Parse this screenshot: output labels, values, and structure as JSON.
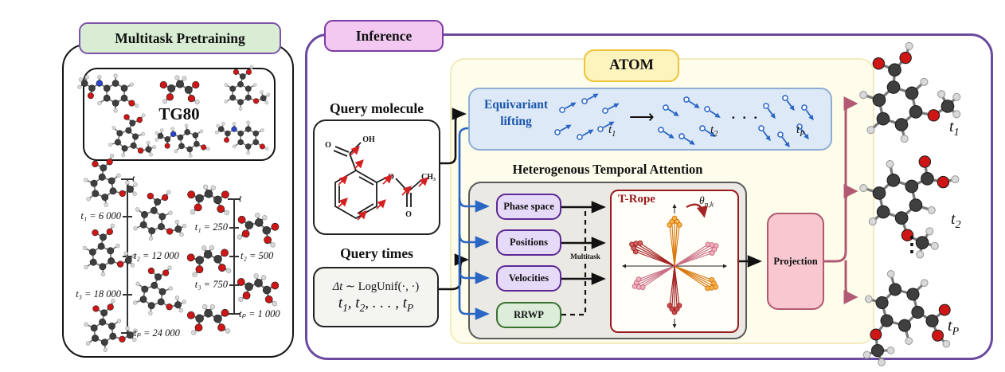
{
  "pretraining": {
    "title": "Multitask Pretraining",
    "dataset": "TG80",
    "timeline_a": {
      "top": "t",
      "t1": "t₁ = 6 000",
      "t2": "t₂ = 12 000",
      "t3": "t₃ = 18 000",
      "tp": "tₚ = 24 000"
    },
    "timeline_b": {
      "top": "t",
      "t1": "t₁ = 250",
      "t2": "t₂ = 500",
      "t3": "t₃ = 750",
      "tp": "tₚ = 1 000"
    }
  },
  "inference": {
    "title": "Inference",
    "atom_label": "ATOM",
    "query_molecule": {
      "label": "Query molecule",
      "atom_oh": "OH",
      "atom_o_carboxyl": "O",
      "atom_o_ester": "O",
      "atom_o_carbonyl": "O",
      "atom_ch3": "CH₃"
    },
    "query_times": {
      "label": "Query times",
      "delta": "Δt",
      "dist": " ∼ LogUnif(·, ·)",
      "seq_t1": "t",
      "seq_s1": "1",
      "seq_t2": ", t",
      "seq_s2": "2",
      "seq_t3": ", . . . , t",
      "seq_s3": "P"
    },
    "equivariant": {
      "title_line1": "Equivariant",
      "title_line2": "lifting",
      "arrow": "⟶",
      "dots": "· · ·",
      "t1_base": "t",
      "t1_sub": "1",
      "t2_base": "t",
      "t2_sub": "2",
      "tp_base": "t",
      "tp_sub": "P"
    },
    "attention": {
      "title": "Heterogenous Temporal Attention",
      "phase_space": "Phase space",
      "positions": "Positions",
      "velocities": "Velocities",
      "rrwp": "RRWP",
      "multitask": "Multitask"
    },
    "trope": {
      "title": "T-Rope",
      "theta_base": "θ",
      "theta_sub": "p,k"
    },
    "projection_label": "Projection",
    "outputs": {
      "t1_base": "t",
      "t1_sub": "1",
      "t2_base": "t",
      "t2_sub": "2",
      "dots": "⋮",
      "tp_base": "t",
      "tp_sub": "P"
    }
  },
  "colors": {
    "pretrain_label_bg": "#d8edd3",
    "pretrain_label_border": "#7d55a8",
    "inference_label_bg": "#f3c9f2",
    "inference_panel_border": "#6b4a9e",
    "atom_label_bg": "#fdf3bd",
    "atom_label_border": "#eec33d",
    "atom_panel_bg": "#fefcea",
    "equivariant_bg": "#dde9f6",
    "equivariant_border": "#8fadd4",
    "equivariant_text": "#1a56ad",
    "vector_blue": "#2b66c4",
    "attention_bg": "#ebe9e3",
    "feature_bg": "#e5daf8",
    "feature_border": "#5b2a94",
    "rrwp_bg": "#dcedda",
    "rrwp_border": "#37722f",
    "trope_border": "#9a1b1b",
    "trope_orange": "#d9790f",
    "trope_darkred": "#a32424",
    "trope_pink": "#c96d85",
    "projection_bg": "#f8c7cf",
    "projection_border": "#b05a70",
    "output_arrow": "#b25a74",
    "query_arrow_red": "#d42020",
    "atom_carbon": "#3f3f3f",
    "atom_oxygen": "#cf1616",
    "atom_nitrogen": "#2a46c8",
    "atom_hydrogen": "#d9d9d9"
  }
}
